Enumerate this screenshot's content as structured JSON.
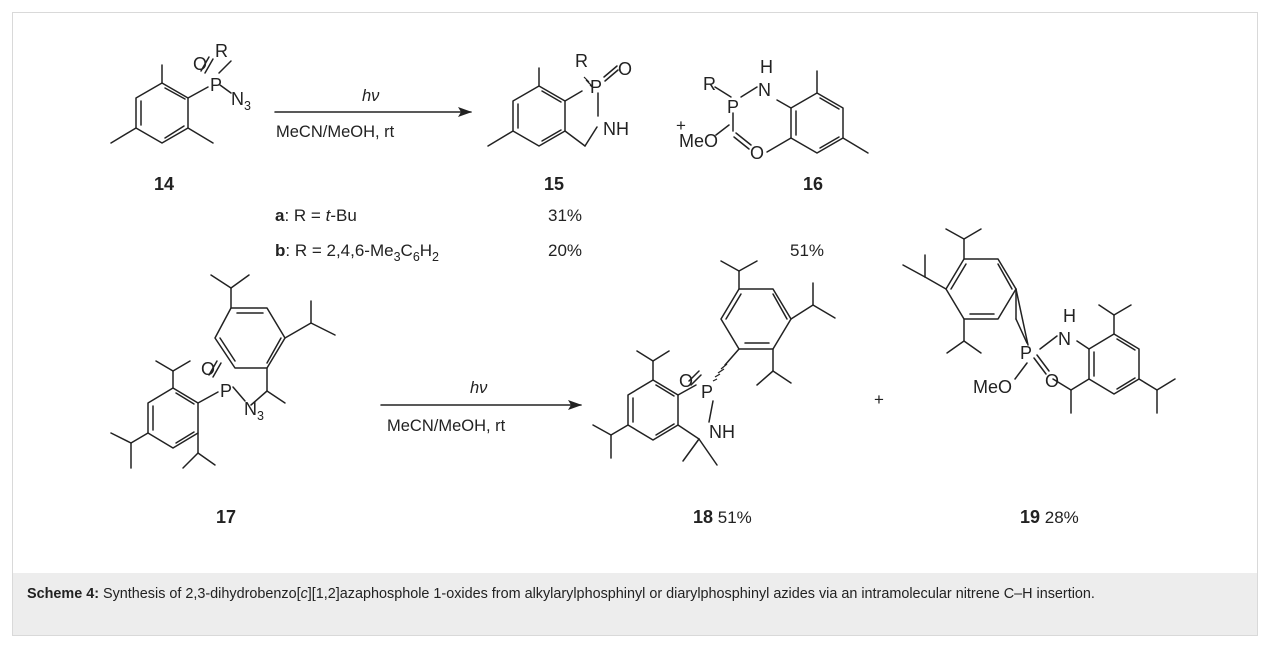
{
  "compounds": {
    "c14": "14",
    "c15": "15",
    "c16": "16",
    "c17": "17",
    "c18": "18",
    "c19": "19"
  },
  "atoms": {
    "O": "O",
    "R": "R",
    "P": "P",
    "N": "N",
    "N3_main": "N",
    "N3_sub": "3",
    "NH": "NH",
    "H": "H",
    "MeO": "MeO"
  },
  "reaction1": {
    "condition_above": "hν",
    "condition_below": "MeCN/MeOH, rt",
    "plus": "+"
  },
  "reaction2": {
    "condition_above": "hν",
    "condition_below": "MeCN/MeOH, rt",
    "plus": "+"
  },
  "variants": [
    {
      "letter": "a",
      "rest_plain": ": R = ",
      "rest_italic": "t",
      "rest_tail": "-Bu",
      "yield15": "31%",
      "yield16": ""
    },
    {
      "letter": "b",
      "rest_plain": ": R = 2,4,6-Me",
      "sub1": "3",
      "mid": "C",
      "sub2": "6",
      "mid2": "H",
      "sub3": "2",
      "yield15": "20%",
      "yield16": "51%"
    }
  ],
  "yields": {
    "y18": "51%",
    "y19": "28%"
  },
  "caption": {
    "label": "Scheme 4:",
    "text_before_italic": " Synthesis of 2,3-dihydrobenzo[",
    "italic": "c",
    "text_after_italic": "][1,2]azaphosphole 1-oxides from alkylarylphosphinyl or diarylphosphinyl azides via an intramolecular nitrene C–H insertion."
  }
}
